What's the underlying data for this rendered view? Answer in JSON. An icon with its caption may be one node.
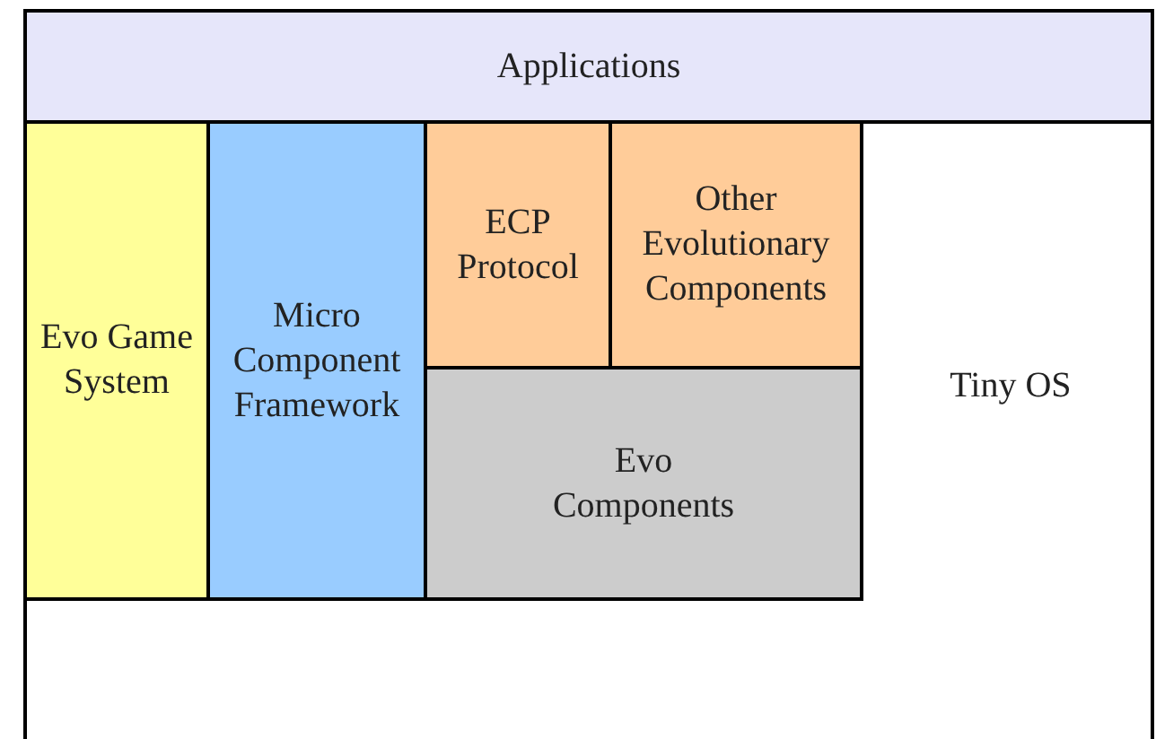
{
  "diagram": {
    "nodes": [
      {
        "text": [
          "Tiny OS"
        ]
      },
      {
        "text": [
          "Applications"
        ],
        "in": 0
      },
      {
        "text": [
          "Evo Game System"
        ],
        "in": 0
      },
      {
        "text": [
          "Micro Component Framework"
        ],
        "in": 0
      },
      {
        "text": [
          "ECP Protocol"
        ],
        "in": 0
      },
      {
        "text": [
          "Other Evolutionary Components"
        ],
        "in": 0
      },
      {
        "text": [
          "Evo Components"
        ],
        "in": 0
      }
    ]
  }
}
